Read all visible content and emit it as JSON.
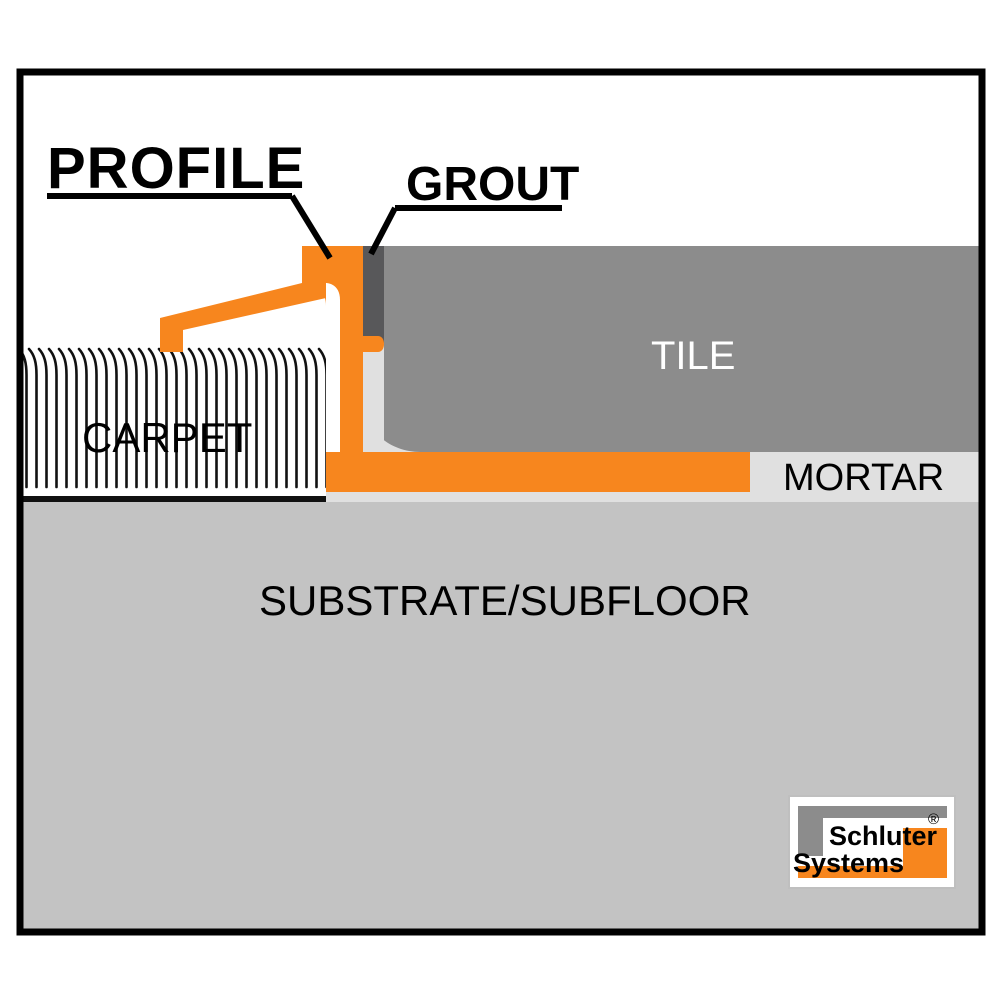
{
  "diagram": {
    "title_label": "PROFILE",
    "type": "cross-section",
    "subject": "Schluter carpet-to-tile transition profile installation detail",
    "labels": {
      "profile": "PROFILE",
      "grout": "GROUT",
      "tile": "TILE",
      "carpet": "CARPET",
      "mortar": "MORTAR",
      "substrate": "SUBSTRATE/SUBFLOOR"
    },
    "colors": {
      "profile_orange": "#F7861E",
      "tile_gray": "#8C8C8C",
      "grout_dark_gray": "#58585A",
      "mortar_light_gray": "#E0E0E0",
      "substrate_gray": "#C3C3C3",
      "frame_black": "#000000",
      "background_white": "#FFFFFF",
      "carpet_fiber_black": "#111111",
      "tile_text_white": "#FFFFFF"
    },
    "layers": [
      {
        "name": "TILE",
        "fill": "#8C8C8C"
      },
      {
        "name": "GROUT",
        "fill": "#58585A"
      },
      {
        "name": "MORTAR",
        "fill": "#E0E0E0"
      },
      {
        "name": "SUBSTRATE/SUBFLOOR",
        "fill": "#C3C3C3"
      },
      {
        "name": "CARPET",
        "fill": "#FFFFFF"
      },
      {
        "name": "PROFILE",
        "fill": "#F7861E"
      }
    ]
  },
  "logo": {
    "line1": "Schluter",
    "line2": "Systems",
    "registered_mark": "®",
    "bar_gray": "#8C8C8C",
    "bar_orange": "#F7861E",
    "text_color": "#000000",
    "background": "#FFFFFF"
  }
}
